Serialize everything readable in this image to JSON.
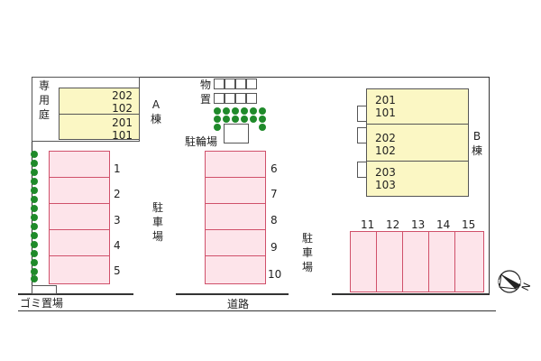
{
  "building_a": {
    "name": "A棟",
    "units": [
      "202",
      "102",
      "201",
      "101"
    ]
  },
  "building_b": {
    "name": "B棟",
    "units": [
      "201",
      "101",
      "202",
      "102",
      "203",
      "103"
    ]
  },
  "private_garden": "専用庭",
  "storage": "物置",
  "bicycle_parking": "駐輪場",
  "parking": "駐車場",
  "parking_left": [
    "1",
    "2",
    "3",
    "4",
    "5"
  ],
  "parking_middle": [
    "6",
    "7",
    "8",
    "9",
    "10"
  ],
  "parking_right": [
    "11",
    "12",
    "13",
    "14",
    "15"
  ],
  "garbage": "ゴミ置場",
  "road": "道路",
  "colors": {
    "building": "#fbf7c4",
    "parking": "#fde4ea",
    "parking_border": "#d0506a",
    "tree": "#1f8a2a"
  },
  "compass": {
    "icon": "compass-north-icon",
    "direction": "N"
  }
}
